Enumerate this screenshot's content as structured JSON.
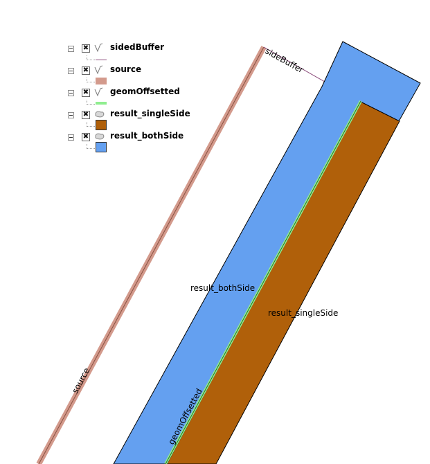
{
  "legend": {
    "layers": [
      {
        "name": "sidedBuffer",
        "checked": "✖",
        "geometry": "line-icon",
        "symbol": {
          "type": "line",
          "color": "#8a4a7a"
        }
      },
      {
        "name": "source",
        "checked": "✖",
        "geometry": "line-icon",
        "symbol": {
          "type": "fill",
          "color": "#d39a8c"
        }
      },
      {
        "name": "geomOffsetted",
        "checked": "✖",
        "geometry": "line-icon",
        "symbol": {
          "type": "line-thick",
          "color": "#90ee90"
        }
      },
      {
        "name": "result_singleSide",
        "checked": "✖",
        "geometry": "polygon-icon",
        "symbol": {
          "type": "fill",
          "color": "#b0600a"
        }
      },
      {
        "name": "result_bothSide",
        "checked": "✖",
        "geometry": "polygon-icon",
        "symbol": {
          "type": "fill",
          "color": "#64a0f0"
        }
      }
    ]
  },
  "map": {
    "labels": {
      "sideBuffer": "sideBuffer",
      "source": "source",
      "geomOffsetted": "geomOffsetted",
      "result_singleSide": "result_singleSide",
      "result_bothSide": "result_bothSide"
    },
    "colors": {
      "both_side": "#64a0f0",
      "single_side": "#b0600a",
      "offset": "#90ee90",
      "source": "#d39a8c",
      "sided_buffer": "#8a4a7a"
    }
  }
}
